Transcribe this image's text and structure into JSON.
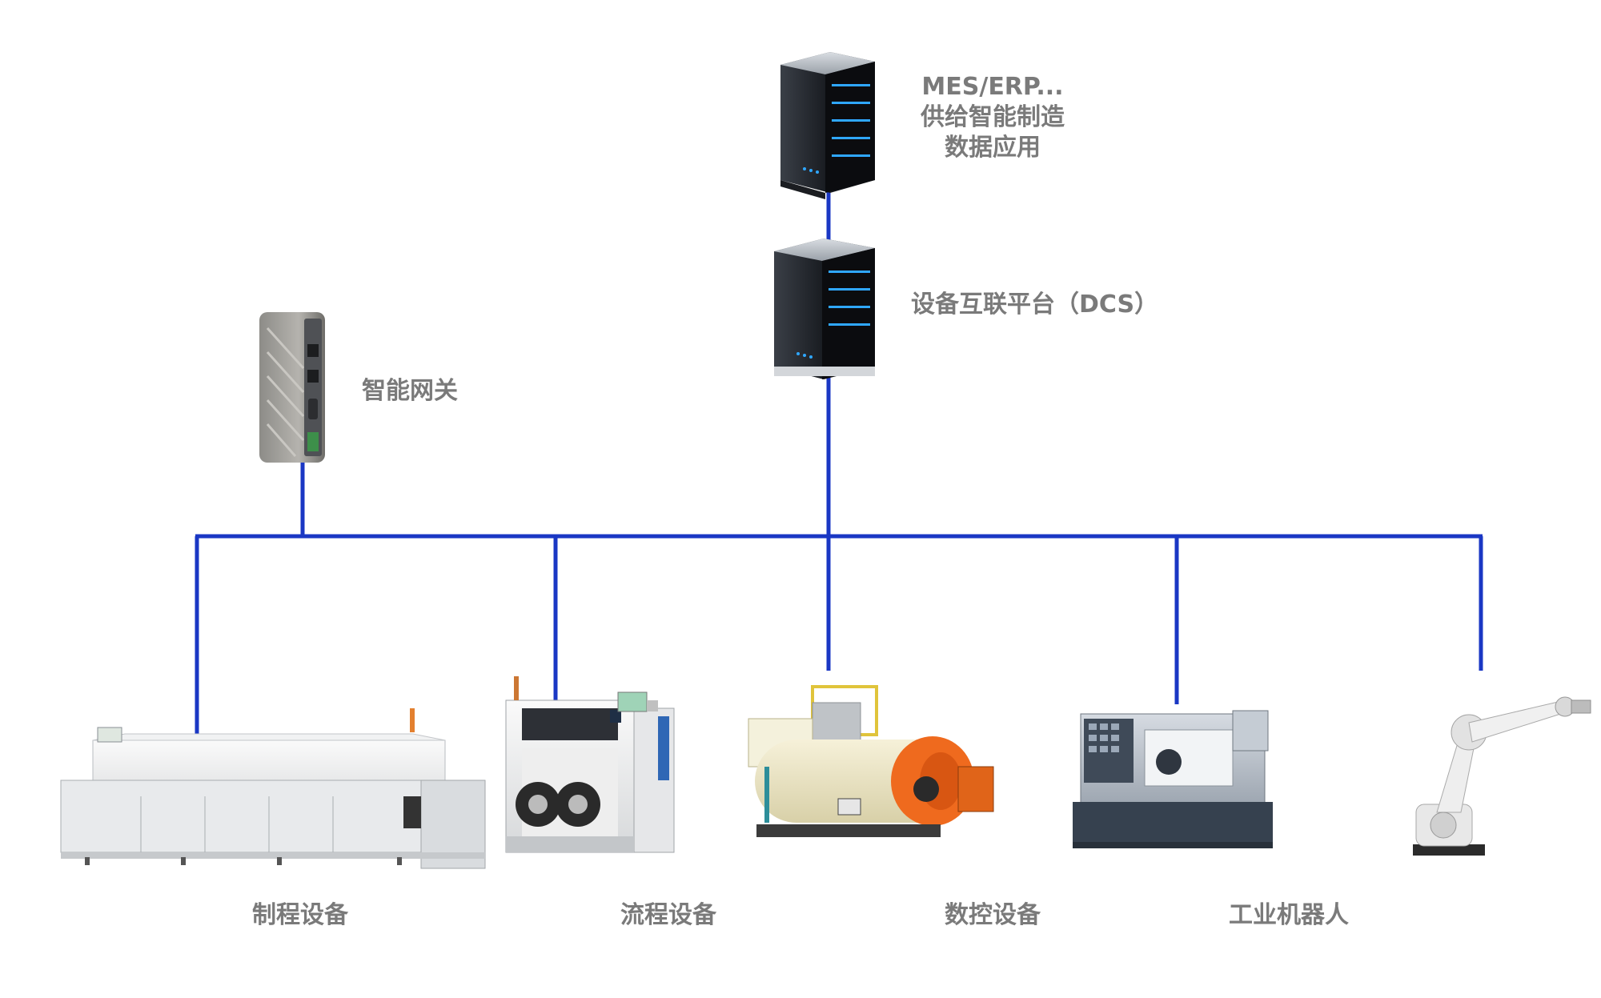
{
  "top_server": {
    "lines": [
      "MES/ERP...",
      "供给智能制造",
      "数据应用"
    ],
    "icon": "server-icon"
  },
  "platform": {
    "label": "设备互联平台（DCS）",
    "icon": "server-icon"
  },
  "gateway": {
    "label": "智能网关",
    "icon": "gateway-device-icon"
  },
  "devices": [
    {
      "label": "制程设备",
      "icon": "reflow-oven-icon"
    },
    {
      "label": "流程设备",
      "icon": "pick-and-place-machine-icon"
    },
    {
      "label": "数控设备",
      "icon": "boiler-icon"
    },
    {
      "label": "工业机器人",
      "icon": "cnc-lathe-icon"
    },
    {
      "label": "",
      "icon": "industrial-robot-icon"
    }
  ],
  "colors": {
    "link": "#1a37c4",
    "label": "#7a7a7a",
    "server_body": "#1f2329",
    "server_led": "#2fa7ff"
  }
}
